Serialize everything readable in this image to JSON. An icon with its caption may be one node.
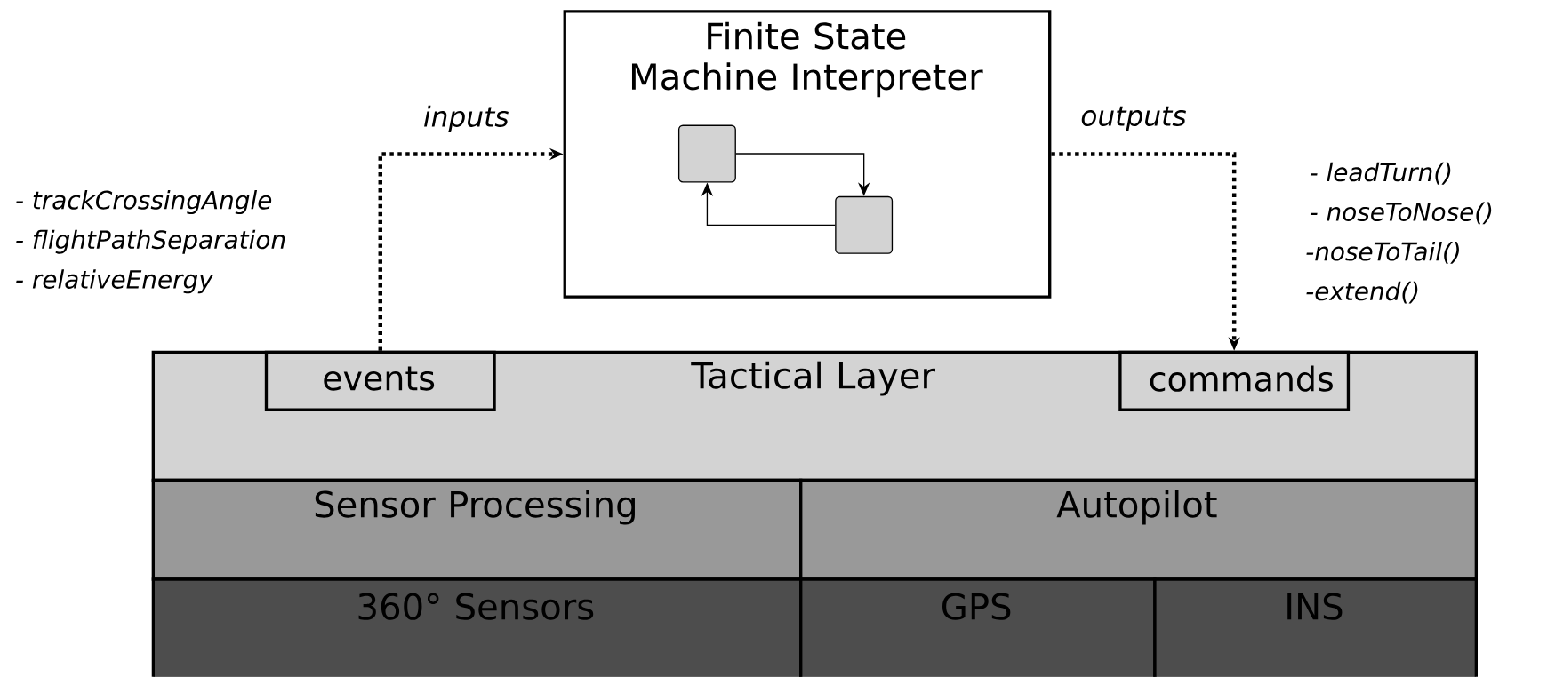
{
  "diagram": {
    "nodes": [
      {
        "text": [
          "Finite State Machine Interpreter"
        ]
      },
      {
        "text": [],
        "shape": "box",
        "in": 0
      },
      {
        "text": [],
        "shape": "box",
        "in": 0
      },
      {
        "text": [
          "Tactical Layer"
        ]
      },
      {
        "text": [
          "events"
        ],
        "in": 3
      },
      {
        "text": [
          "commands"
        ],
        "in": 3
      },
      {
        "text": [
          "Sensor Processing"
        ]
      },
      {
        "text": [
          "Autopilot"
        ]
      },
      {
        "text": [
          "360° Sensors"
        ]
      },
      {
        "text": [
          "GPS"
        ]
      },
      {
        "text": [
          "INS"
        ]
      }
    ],
    "edges": [
      {
        "from": 4,
        "to": 0,
        "arrow": "to",
        "label": "inputs",
        "style": "dashed"
      },
      {
        "from": 0,
        "to": 5,
        "arrow": "to",
        "label": "outputs",
        "style": "dashed"
      },
      {
        "from": 1,
        "to": 2,
        "arrow": "to"
      },
      {
        "from": 2,
        "to": 1,
        "arrow": "to"
      }
    ],
    "labels": [
      "- trackCrossingAngle",
      "- flightPathSeparation",
      "- relativeEnergy",
      "- leadTurn()",
      "- noseToNose()",
      "-noseToTail()",
      "-extend()"
    ]
  }
}
